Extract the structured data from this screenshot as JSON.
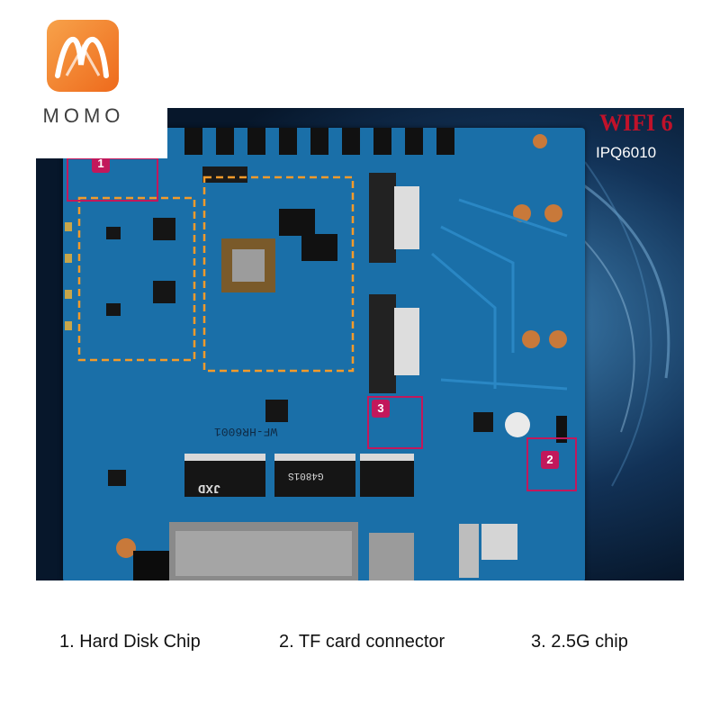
{
  "logo": {
    "text": "MOMO",
    "icon": "momo-logo-icon"
  },
  "overlay": {
    "title": "WIFI 6",
    "subtitle": "IPQ6010",
    "title_color": "#c0122a"
  },
  "board": {
    "model": "WF-HR6001",
    "chip_brand": "JXD",
    "chip_model": "G4801S"
  },
  "callouts": [
    {
      "number": "1"
    },
    {
      "number": "2"
    },
    {
      "number": "3"
    }
  ],
  "captions": [
    "1. Hard Disk Chip",
    "2. TF card connector",
    "3. 2.5G chip"
  ],
  "colors": {
    "board": "#1a6fa8",
    "callout": "#c2185b",
    "logo": "#ee6a1c"
  }
}
